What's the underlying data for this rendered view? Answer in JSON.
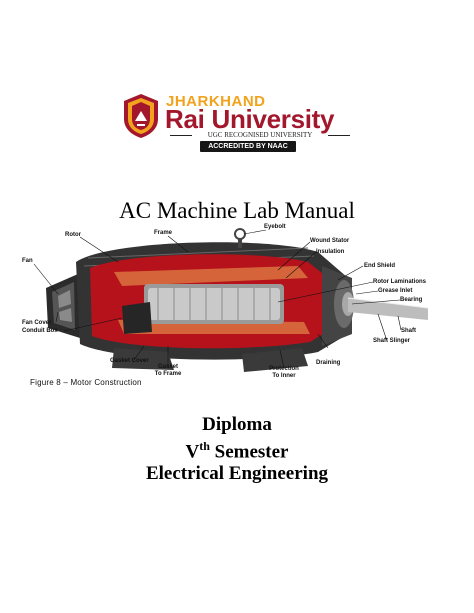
{
  "logo": {
    "line1": "JHARKHAND",
    "line2": "Rai University",
    "tagline": "UGC RECOGNISED UNIVERSITY",
    "badge": "ACCREDITED BY NAAC",
    "colors": {
      "brand_red": "#a3172c",
      "brand_orange": "#f2a21c",
      "badge_bg": "#161616"
    }
  },
  "title": "AC Machine Lab Manual",
  "figure": {
    "caption": "Figure 8 – Motor Construction",
    "labels": {
      "rotor": "Rotor",
      "frame": "Frame",
      "eyebolt": "Eyebolt",
      "wound_stator": "Wound Stator",
      "insulation": "Insulation",
      "end_shield": "End Shield",
      "fan": "Fan",
      "rotor_laminations": "Rotor Laminations",
      "grease_inlet": "Grease Inlet",
      "bearing": "Bearing",
      "fan_cover": "Fan Cover",
      "conduit_box": "Conduit Box",
      "shaft": "Shaft",
      "shaft_slinger": "Shaft Slinger",
      "gasket_cover": "Gasket Cover",
      "draining": "Draining",
      "gasket_to_frame_1": "Gasket",
      "gasket_to_frame_2": "To Frame",
      "protection_1": "Protection",
      "protection_2": "To Inner"
    }
  },
  "subtitle": {
    "line1": "Diploma",
    "sem_prefix": "V",
    "sem_sup": "th",
    "sem_suffix": " Semester",
    "line3": "Electrical Engineering"
  }
}
